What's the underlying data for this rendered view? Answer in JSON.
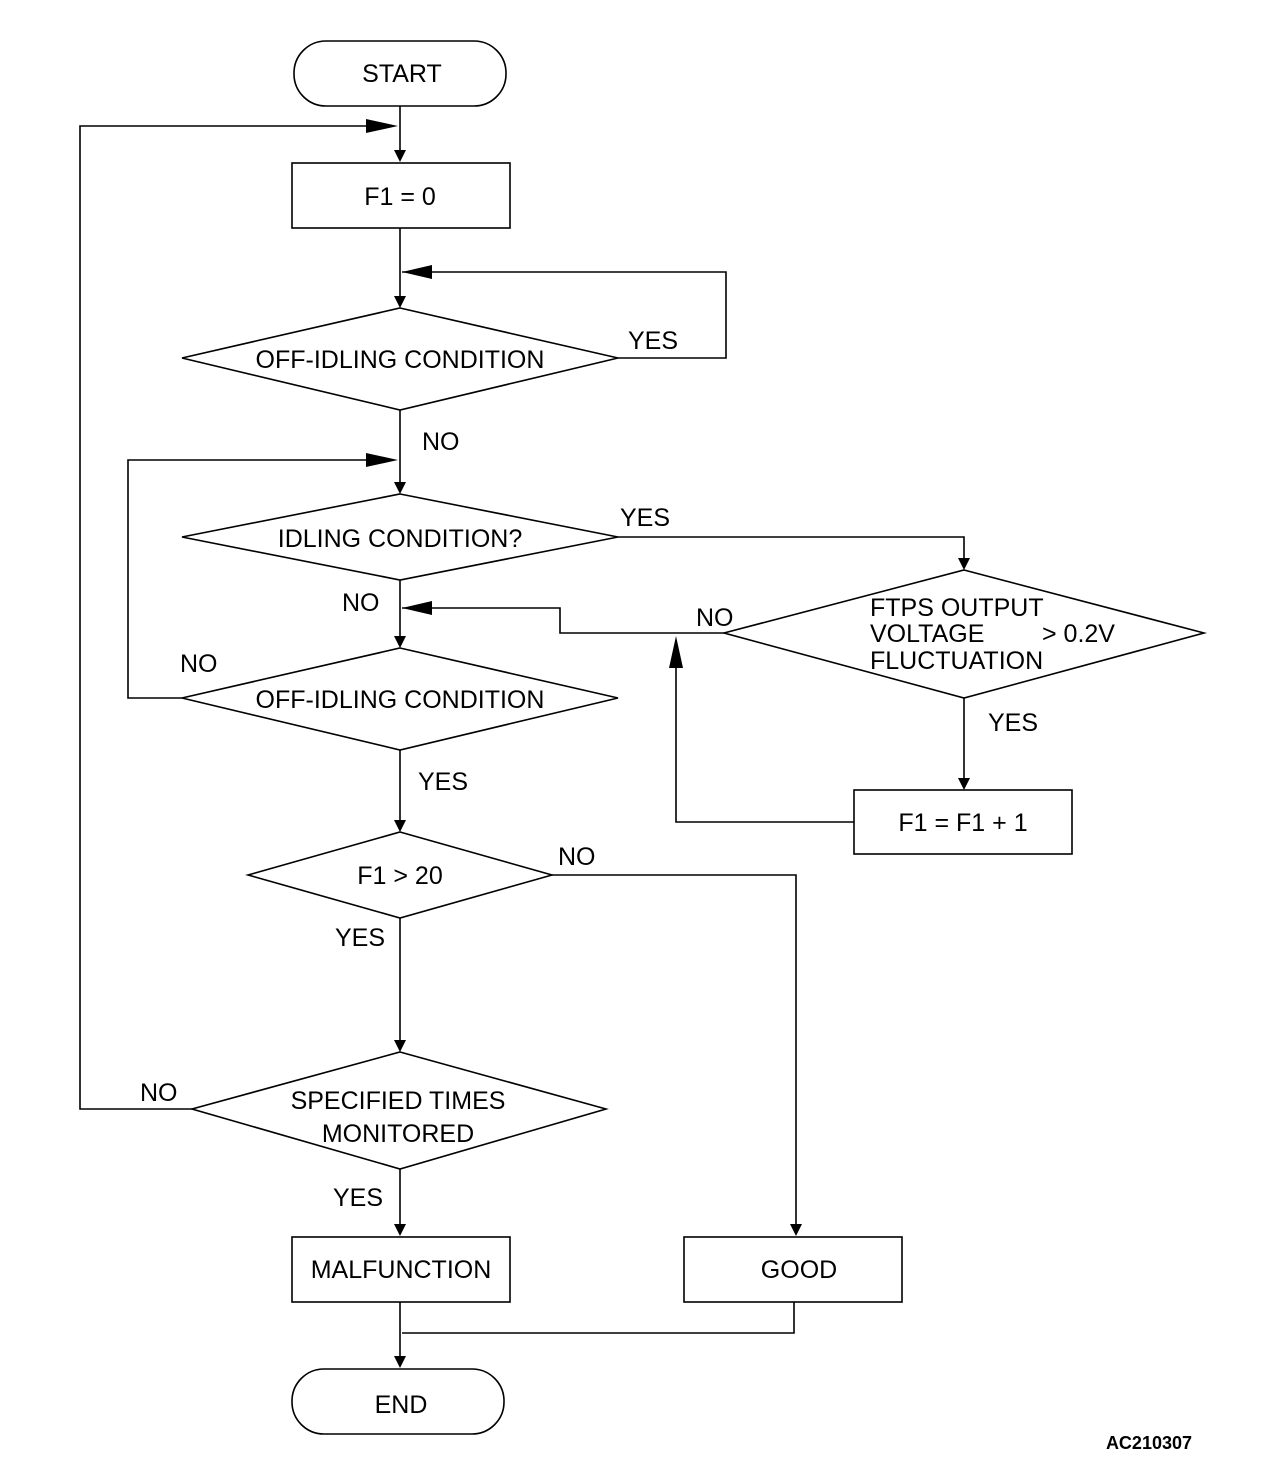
{
  "nodes": {
    "start": "START",
    "f1_zero": "F1 = 0",
    "off_idling_1": "OFF-IDLING CONDITION",
    "idling": "IDLING CONDITION?",
    "off_idling_2": "OFF-IDLING CONDITION",
    "ftps": [
      "FTPS OUTPUT",
      "VOLTAGE",
      "> 0.2V",
      "FLUCTUATION"
    ],
    "f1_increment": "F1 = F1 + 1",
    "f1_gt_20": "F1 > 20",
    "specified": [
      "SPECIFIED TIMES",
      "MONITORED"
    ],
    "malfunction": "MALFUNCTION",
    "good": "GOOD",
    "end": "END"
  },
  "labels": {
    "off1_yes": "YES",
    "off1_no": "NO",
    "idling_yes": "YES",
    "idling_no": "NO",
    "off2_no": "NO",
    "off2_yes": "YES",
    "ftps_no": "NO",
    "ftps_yes": "YES",
    "f1_no": "NO",
    "f1_yes": "YES",
    "spec_no": "NO",
    "spec_yes": "YES"
  },
  "figure_code": "AC210307"
}
